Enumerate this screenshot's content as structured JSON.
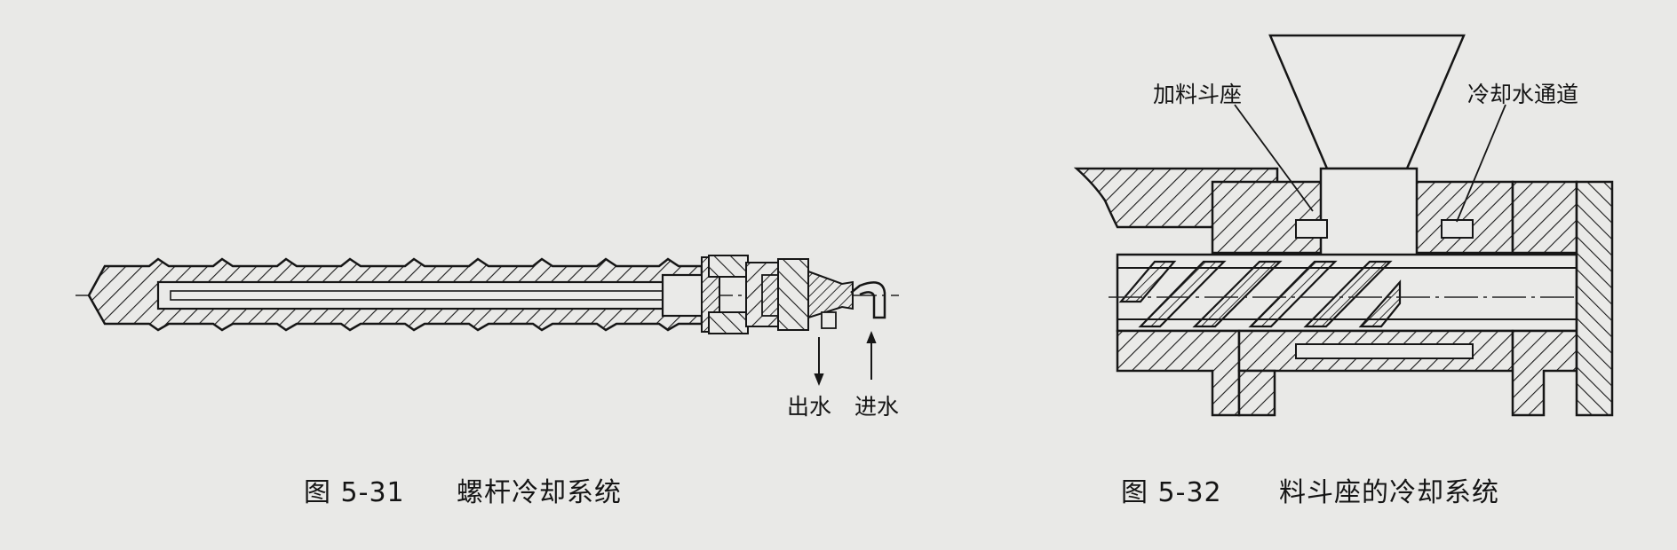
{
  "figure_left": {
    "caption_number": "图 5-31",
    "caption_title": "螺杆冷却系统",
    "labels": {
      "water_out": "出水",
      "water_in": "进水"
    }
  },
  "figure_right": {
    "caption_number": "图 5-32",
    "caption_title": "料斗座的冷却系统",
    "labels": {
      "hopper_seat": "加料斗座",
      "cooling_channel": "冷却水通道"
    }
  },
  "colors": {
    "ink": "#161616",
    "paper": "#e9e9e7"
  }
}
